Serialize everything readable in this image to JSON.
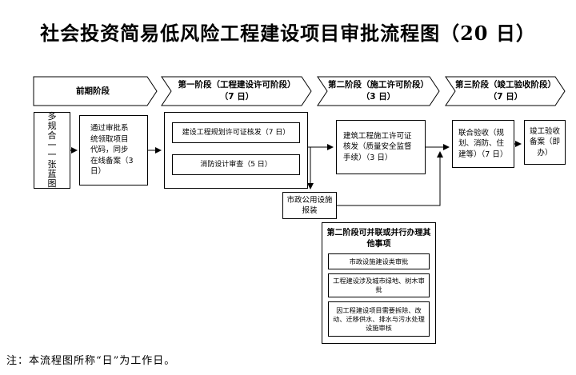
{
  "title": "社会投资简易低风险工程建设项目审批流程图（20 日）",
  "banners": [
    {
      "label": "前期阶段",
      "days": ""
    },
    {
      "label": "第一阶段（工程建设许可阶段）",
      "days": "（7 日）"
    },
    {
      "label": "第二阶段（施工许可阶段）",
      "days": "（3 日）"
    },
    {
      "label": "第三阶段（竣工验收阶段）",
      "days": "（7 日）"
    }
  ],
  "nodes": {
    "blueprint": "多规合一一张蓝图",
    "project_code": "通过审批系统领取项目代码，同步在线备案（3 日）",
    "planning_permit": "建设工程规划许可证核发（7 日）",
    "fire_review": "消防设计审查（5 日）",
    "construction_permit": "建筑工程施工许可证核发（质量安全监督手续）（3 日）",
    "joint_acceptance": "联合验收（规划、消防、住建等）（7 日）",
    "completion_filing": "竣工验收备案（即办）",
    "municipal_utilities": "市政公用设施报装",
    "parallel_group": {
      "title": "第二阶段可并联或并行办理其他事项",
      "items": [
        "市政设施建设类审批",
        "工程建设涉及城市绿地、树木审批",
        "因工程建设项目需要拆除、改动、迁移供水、排水与污水处理设施审核"
      ]
    }
  },
  "note": "注：本流程图所称“日”为工作日。",
  "colors": {
    "line": "#000000",
    "background": "#ffffff"
  }
}
